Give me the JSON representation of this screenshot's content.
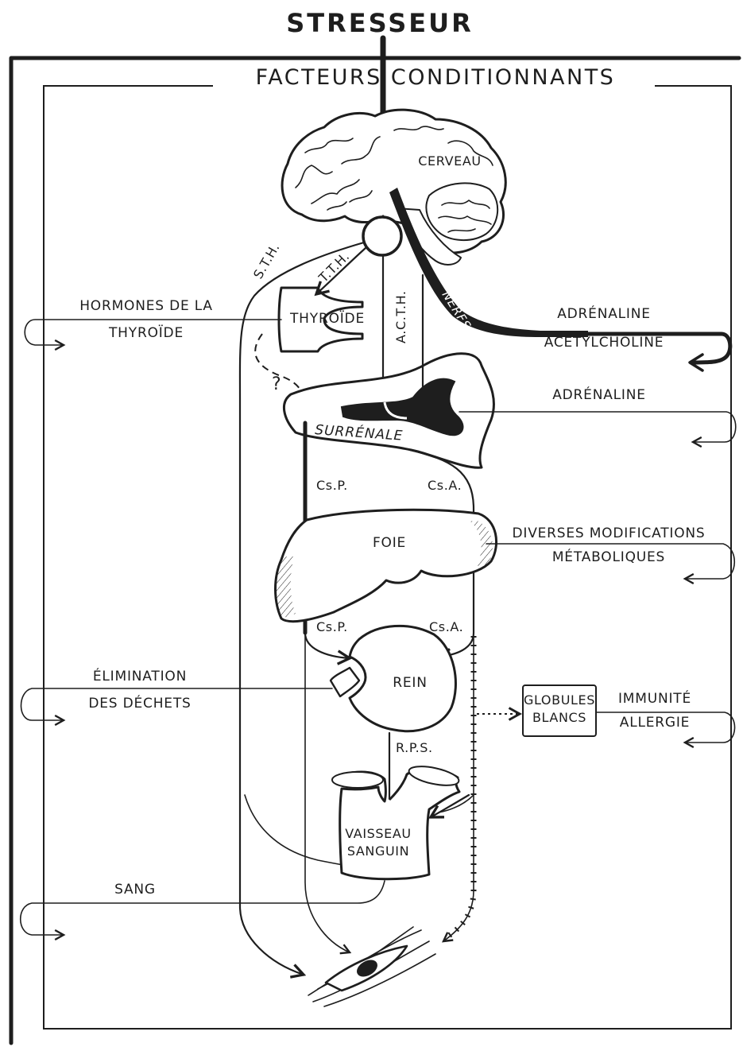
{
  "title": "STRESSEUR",
  "frame_label": "FACTEURS CONDITIONNANTS",
  "organs": {
    "brain": "CERVEAU",
    "thyroid": "THYROÏDE",
    "adrenal": "SURRÉNALE",
    "liver": "FOIE",
    "kidney": "REIN",
    "vessel_line1": "VAISSEAU",
    "vessel_line2": "SANGUIN",
    "white_cells_line1": "GLOBULES",
    "white_cells_line2": "BLANCS"
  },
  "hormones": {
    "sth": "S.T.H.",
    "tth": "T.T.H.",
    "acth": "A.C.T.H.",
    "nerves": "NERFS",
    "csp_upper": "Cs.P.",
    "csa_upper": "Cs.A.",
    "csp_lower": "Cs.P.",
    "csa_lower": "Cs.A.",
    "rps": "R.P.S.",
    "question": "?"
  },
  "effects": {
    "thyroid_hormones_line1": "HORMONES DE LA",
    "thyroid_hormones_line2": "THYROÏDE",
    "adrenaline_top": "ADRÉNALINE",
    "acetylcholine": "ACÉTYLCHOLINE",
    "adrenaline_mid": "ADRÉNALINE",
    "metabolic_line1": "DIVERSES MODIFICATIONS",
    "metabolic_line2": "MÉTABOLIQUES",
    "waste_line1": "ÉLIMINATION",
    "waste_line2": "DES DÉCHETS",
    "immunity": "IMMUNITÉ",
    "allergy": "ALLERGIE",
    "blood": "SANG"
  },
  "icons": [
    "brain-illustration",
    "pituitary-gland",
    "thyroid-gland",
    "adrenal-gland",
    "liver-organ",
    "kidney-organ",
    "blood-vessel",
    "target-cell"
  ]
}
